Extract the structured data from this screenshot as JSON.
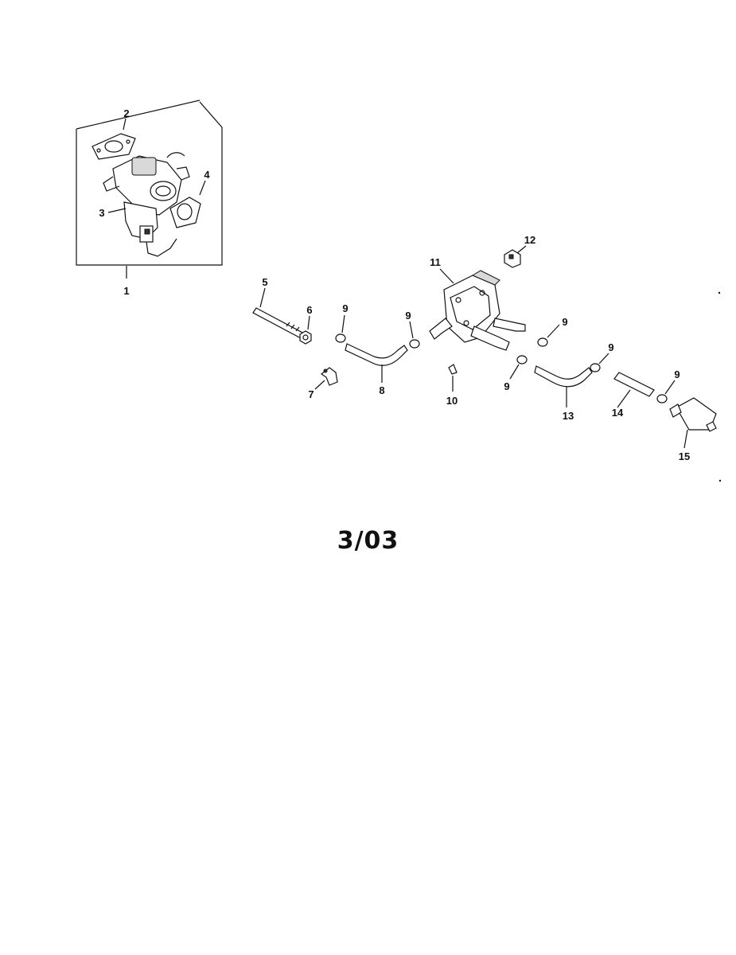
{
  "callouts": {
    "c1": "1",
    "c2": "2",
    "c3": "3",
    "c4": "4",
    "c5": "5",
    "c6": "6",
    "c7": "7",
    "c8": "8",
    "c9a": "9",
    "c9b": "9",
    "c9c": "9",
    "c9d": "9",
    "c9e": "9",
    "c9f": "9",
    "c10": "10",
    "c11": "11",
    "c12": "12",
    "c13": "13",
    "c14": "14",
    "c15": "15"
  },
  "date_code": "3/03"
}
